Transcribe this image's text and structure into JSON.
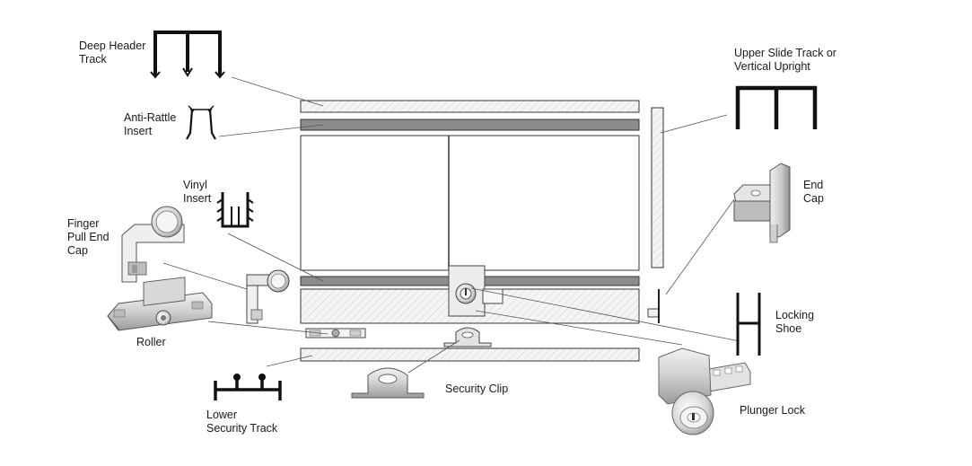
{
  "labels": {
    "deep_header_track": [
      "Deep Header",
      "Track"
    ],
    "anti_rattle_insert": [
      "Anti-Rattle",
      "Insert"
    ],
    "vinyl_insert": [
      "Vinyl",
      "Insert"
    ],
    "finger_pull_end_cap": [
      "Finger",
      "Pull End",
      "Cap"
    ],
    "roller": [
      "Roller"
    ],
    "lower_security_track": [
      "Lower",
      "Security Track"
    ],
    "security_clip": [
      "Security Clip"
    ],
    "upper_slide_track": [
      "Upper Slide Track or",
      "Vertical Upright"
    ],
    "end_cap": [
      "End",
      "Cap"
    ],
    "locking_shoe": [
      "Locking",
      "Shoe"
    ],
    "plunger_lock": [
      "Plunger Lock"
    ]
  },
  "colors": {
    "ink": "#1a1a1a",
    "profile": "#111111",
    "hatch": "#c9c9c9",
    "panel_fill": "#f4f4f4",
    "insert_fill": "#8c8c8c",
    "metal_light": "#e6e6e6",
    "metal_mid": "#bdbdbd",
    "metal_dark": "#8a8a8a",
    "leader": "#555555"
  },
  "icons": [
    "deep-header-track-icon",
    "anti-rattle-insert-icon",
    "vinyl-insert-icon",
    "finger-pull-end-cap-icon",
    "roller-icon",
    "lower-security-track-icon",
    "security-clip-icon",
    "upper-slide-track-icon",
    "end-cap-icon",
    "locking-shoe-icon",
    "plunger-lock-icon"
  ]
}
